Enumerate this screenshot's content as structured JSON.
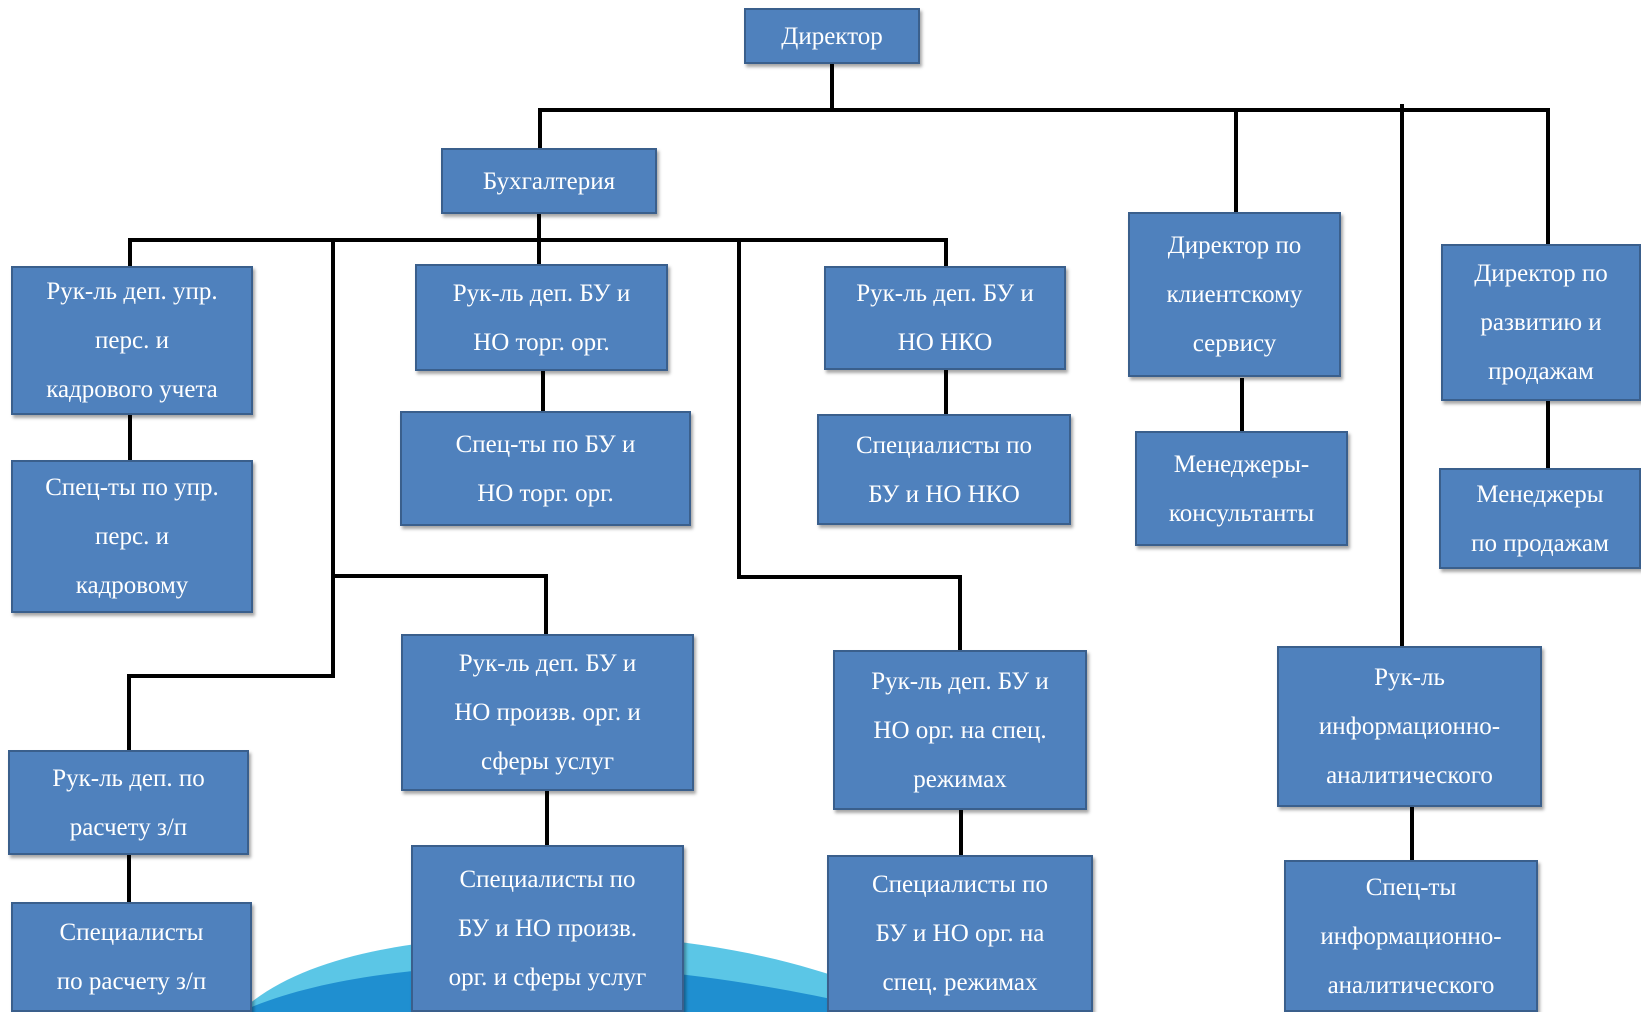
{
  "colors": {
    "box_fill": "#4f81bd",
    "box_border": "#3a5f8c",
    "box_text": "#ffffff",
    "connector": "#000000",
    "wave_light": "#5bc6e6",
    "wave_dark": "#1f8fd0"
  },
  "nodes": {
    "director": [
      "Директор"
    ],
    "accounting": [
      "Бухгалтерия"
    ],
    "client_service_director": [
      "Директор по",
      "клиентскому",
      "сервису"
    ],
    "development_sales_director": [
      "Директор по",
      "развитию и",
      "продажам"
    ],
    "hr_head": [
      "Рук-ль деп. упр.",
      "перс. и",
      "кадрового учета"
    ],
    "hr_specialists": [
      "Спец-ты по упр.",
      "перс. и",
      "кадровому"
    ],
    "trade_head": [
      "Рук-ль деп. БУ и",
      "НО торг. орг."
    ],
    "trade_specialists": [
      "Спец-ты по БУ и",
      "НО торг. орг."
    ],
    "nko_head": [
      "Рук-ль деп. БУ и",
      "НО НКО"
    ],
    "nko_specialists": [
      "Специалисты по",
      "БУ и НО НКО"
    ],
    "consultants": [
      "Менеджеры-",
      "консультанты"
    ],
    "sales_managers": [
      "Менеджеры",
      "по продажам"
    ],
    "payroll_head": [
      "Рук-ль деп. по",
      "расчету з/п"
    ],
    "payroll_specialists": [
      "Специалисты",
      "по расчету з/п"
    ],
    "production_head": [
      "Рук-ль деп. БУ и",
      "НО произв. орг. и",
      "сферы услуг"
    ],
    "production_specialists": [
      "Специалисты по",
      "БУ и НО произв.",
      "орг. и сферы услуг"
    ],
    "special_regime_head": [
      "Рук-ль деп. БУ и",
      "НО орг. на спец.",
      "режимах"
    ],
    "special_regime_specialists": [
      "Специалисты по",
      "БУ и НО орг. на",
      "спец. режимах"
    ],
    "analytics_head": [
      "Рук-ль",
      "информационно-",
      "аналитического"
    ],
    "analytics_specialists": [
      "Спец-ты",
      "информационно-",
      "аналитического"
    ]
  },
  "edges": [
    [
      "director",
      "accounting"
    ],
    [
      "director",
      "client_service_director"
    ],
    [
      "director",
      "development_sales_director"
    ],
    [
      "director",
      "analytics_head"
    ],
    [
      "accounting",
      "hr_head"
    ],
    [
      "accounting",
      "trade_head"
    ],
    [
      "accounting",
      "nko_head"
    ],
    [
      "accounting",
      "payroll_head"
    ],
    [
      "accounting",
      "production_head"
    ],
    [
      "accounting",
      "special_regime_head"
    ],
    [
      "hr_head",
      "hr_specialists"
    ],
    [
      "trade_head",
      "trade_specialists"
    ],
    [
      "nko_head",
      "nko_specialists"
    ],
    [
      "client_service_director",
      "consultants"
    ],
    [
      "development_sales_director",
      "sales_managers"
    ],
    [
      "payroll_head",
      "payroll_specialists"
    ],
    [
      "production_head",
      "production_specialists"
    ],
    [
      "special_regime_head",
      "special_regime_specialists"
    ],
    [
      "analytics_head",
      "analytics_specialists"
    ]
  ]
}
